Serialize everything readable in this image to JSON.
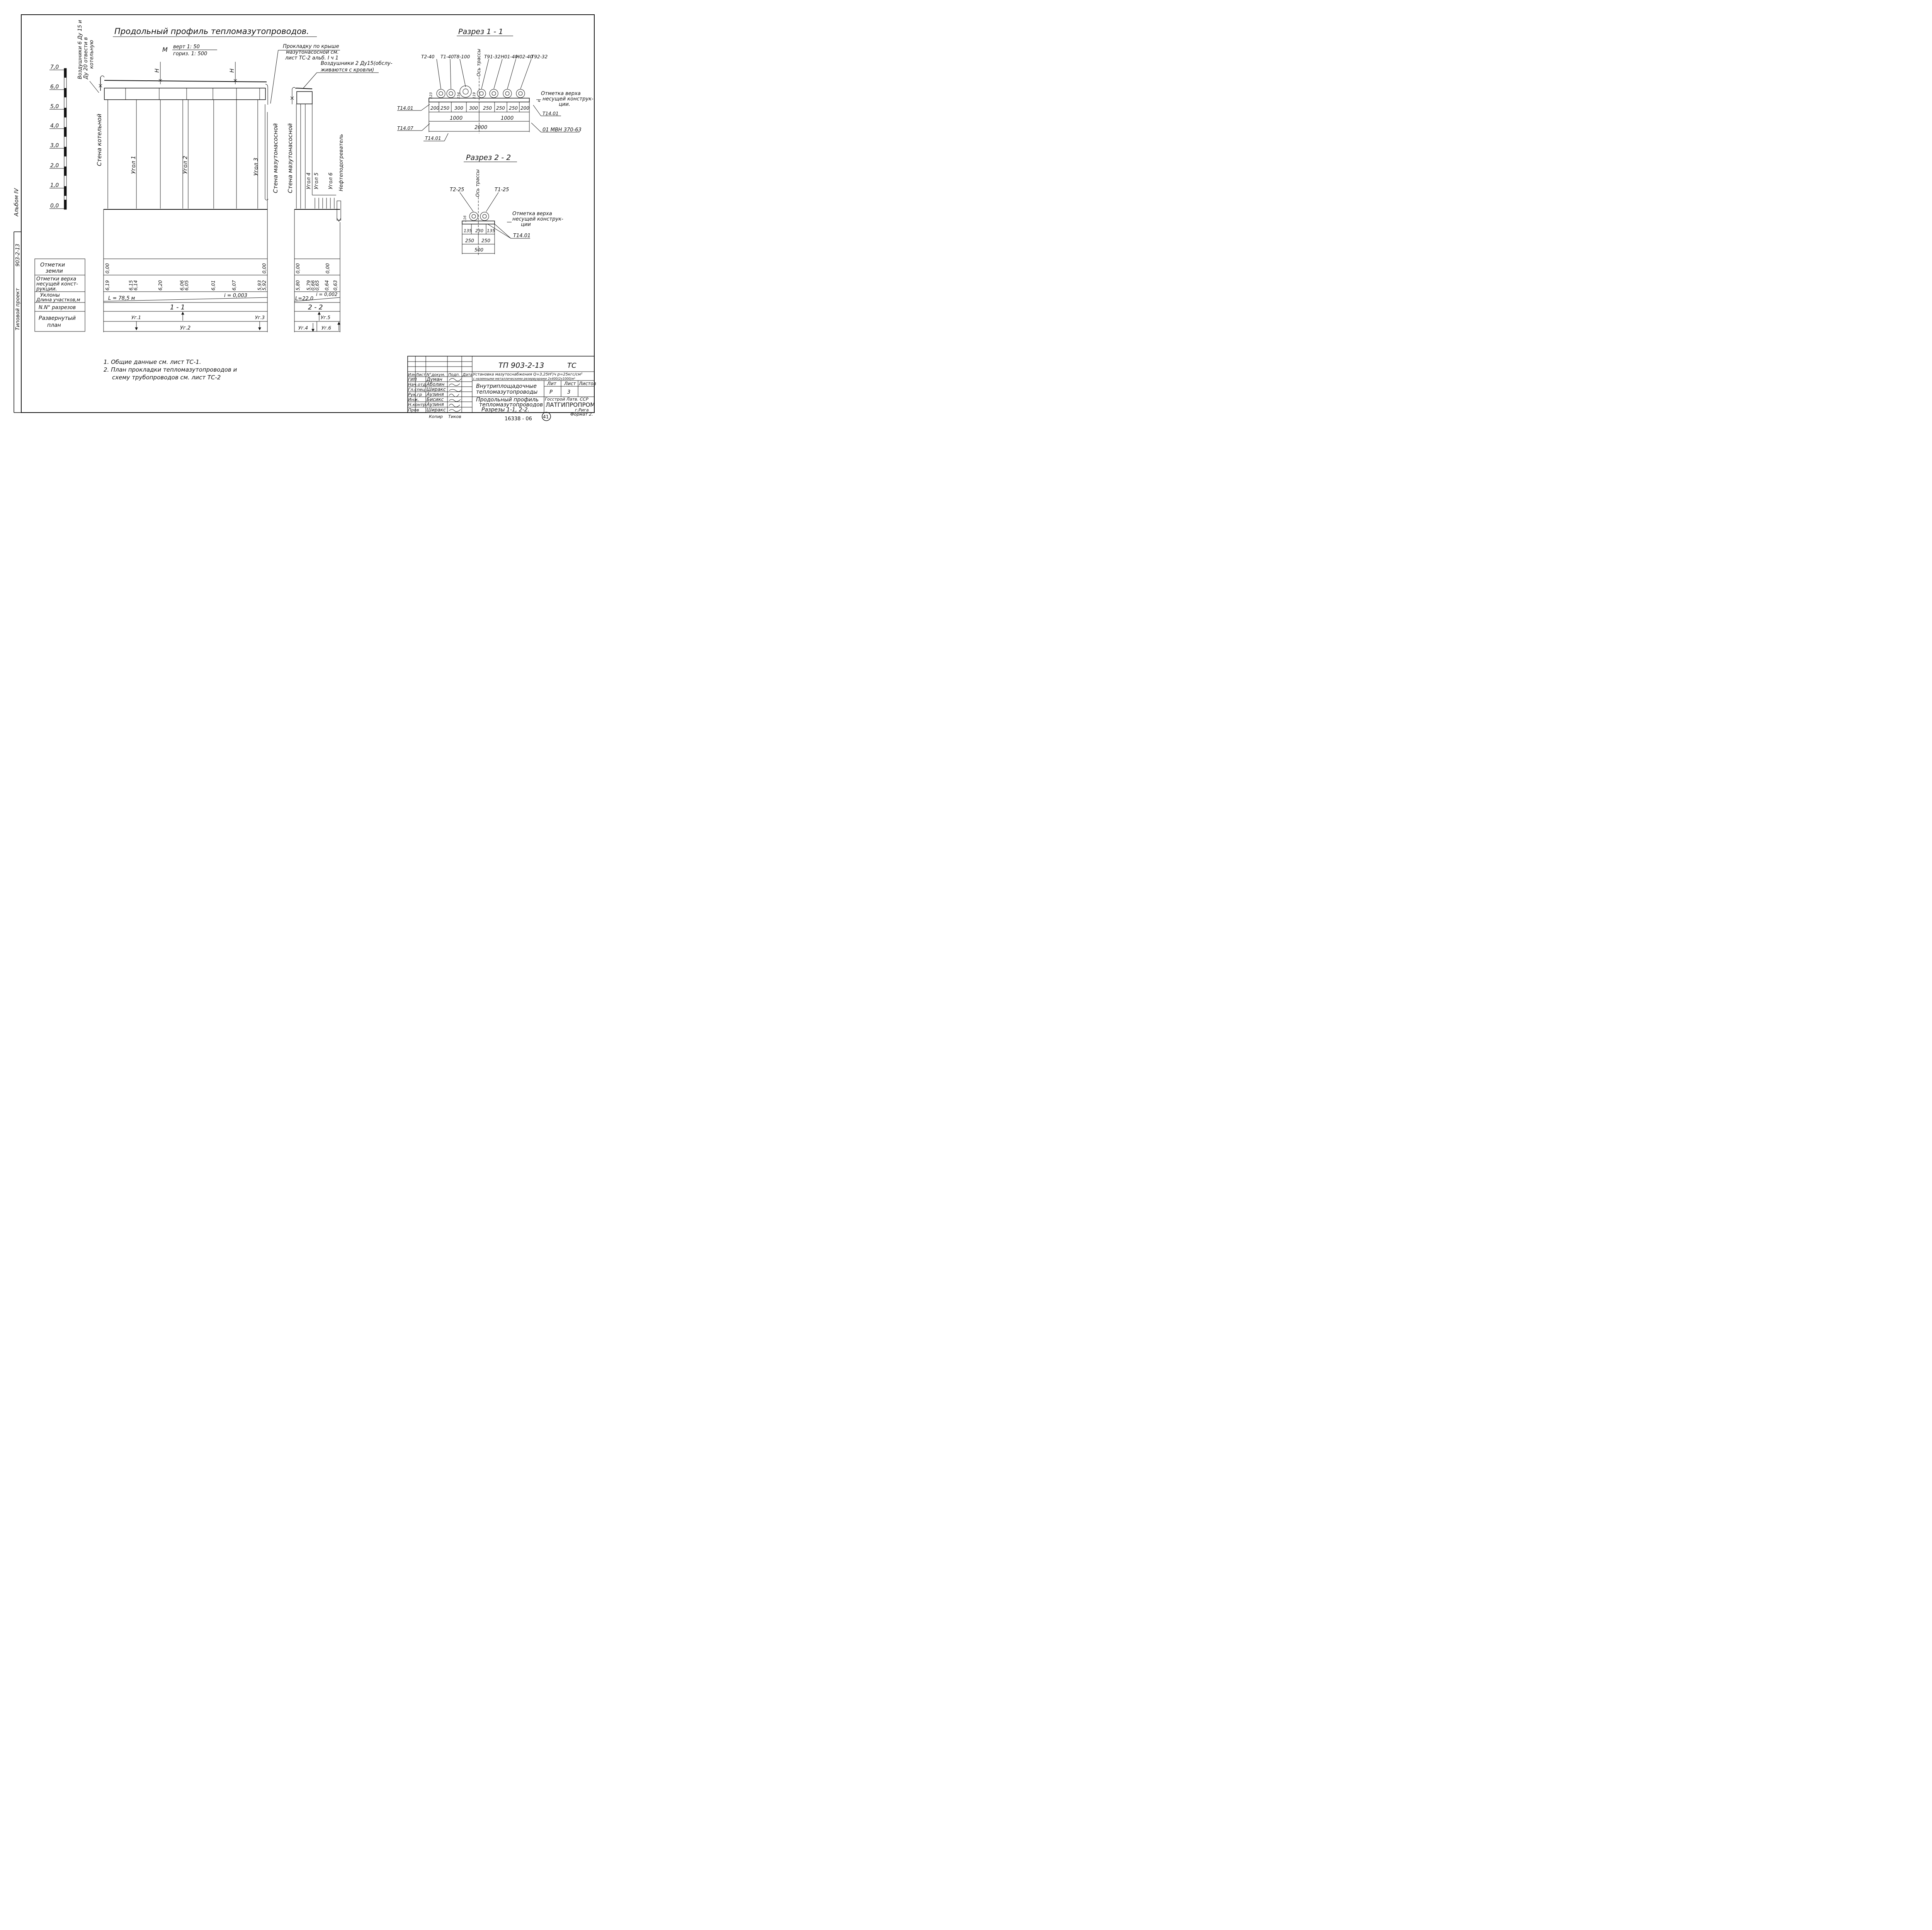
{
  "side": {
    "album": "Альбом IV",
    "project_label": "Типовой  проект",
    "project_code": "903-2-13"
  },
  "title": "Продольный      профиль      тепломазутопроводов.",
  "scale": {
    "m": "М",
    "vert": "верт   1: 50",
    "horiz": "гориз.   1: 500"
  },
  "ruler": [
    "7,0",
    "6,0",
    "5,0",
    "4,0",
    "3,0",
    "2,0",
    "1,0",
    "0,0"
  ],
  "profile_labels": {
    "air_vents_1": "Воздушники 6 Ду 15 и",
    "air_vents_2": "Ду 20 отвести в",
    "air_vents_3": "котельную",
    "roof_1": "Прокладку по крыше",
    "roof_2": "мазутонасосной см.",
    "roof_3": "лист ТС-2 альб. I ч 1",
    "vents2_1": "Воздушники 2 Ду15(обслу-",
    "vents2_2": "живаются с кровли)",
    "h1": "H",
    "h2": "H",
    "wall_boiler": "Стена  котельной",
    "wall_pump1": "Стена  мазутонасосной",
    "wall_pump2": "Стена  мазутонасосной",
    "u1": "Угол 1",
    "u2": "Угол 2",
    "u3": "Угол 3",
    "u4": "Угол 4",
    "u5": "Угол 5",
    "u6": "Угол 6",
    "heater": "Нефтеподогреватель"
  },
  "table": {
    "row_labels": {
      "ground": [
        "Отметки",
        "земли"
      ],
      "top": [
        "Отметки верха",
        "несущей конст-",
        "рукции."
      ],
      "slope": [
        "Уклоны",
        "Длина участков,м"
      ],
      "sections": [
        "N.N° разрезов"
      ],
      "plan": [
        "Развернутый",
        "план"
      ]
    },
    "ground_left": [
      "0,00",
      "0,00"
    ],
    "ground_right": [
      "0,00",
      "0,00"
    ],
    "top_left": [
      "6,19",
      "6,15",
      "6,14",
      "6,20",
      "6,06",
      "6,05",
      "6,01",
      "6,07",
      "5,93",
      "5,92"
    ],
    "top_right": [
      "5,80",
      "5,79",
      "0,66",
      "0,65",
      "0,64",
      "0,63"
    ],
    "length_left": "L = 78,5 м",
    "slope_left": "i = 0,003",
    "length_right": "L=22,0",
    "slope_right": "i = 0,002",
    "section_left": "1 - 1",
    "section_right": "2 - 2",
    "plan_left": [
      "Уг.1",
      "Уг.3",
      "Уг.2"
    ],
    "plan_right": [
      "Уг.5",
      "Уг.4",
      "Уг.6"
    ]
  },
  "section_1": {
    "title": "Разрез   1 - 1",
    "pipes": [
      "Т2-40",
      "Т1-40",
      "Т8-100",
      "Т91-32",
      "Н01-40",
      "Н02-40",
      "Т92-32"
    ],
    "axis": "Ось трассы",
    "dims_top": [
      "200",
      "250",
      "300",
      "300",
      "250",
      "250",
      "250",
      "200"
    ],
    "dims_mid": [
      "1000",
      "1000"
    ],
    "dim_total": "2000",
    "heights": [
      "123",
      "154",
      "119"
    ],
    "refs": [
      "Т14.01",
      "Т14.07",
      "Т14.01",
      "Т14.01",
      "01 МВН 370-63"
    ],
    "note": [
      "Отметка верха",
      "несущей  конструк-",
      "ции."
    ]
  },
  "section_2": {
    "title": "Разрез    2 - 2",
    "pipes": [
      "Т2-25",
      "Т1-25"
    ],
    "axis": "Ось трассы",
    "height": "116",
    "dims_top": [
      "135",
      "230",
      "135"
    ],
    "dims_mid": [
      "250",
      "250"
    ],
    "dim_total": "500",
    "ref": "Т14.01",
    "note": [
      "Отметка верха",
      "несущей  конструк-",
      "ции"
    ]
  },
  "notes": [
    "1. Общие     данные     см.   лист    ТС-1.",
    "2. План    прокладки  тепломазутопроводов и",
    "схему    трубопроводов    см.   лист   ТС-2"
  ],
  "stamp": {
    "code": "ТП  903-2-13",
    "sheet_type": "ТС",
    "headers": [
      "Изм",
      "Лист",
      "N°докум.",
      "Подп.",
      "Дата"
    ],
    "desc_1": "Установка мазутоснабжения Q=3,25Н³/ч р=25кгс/см²",
    "desc_2": "с наземными металлическими резервуарами 2x400(2x1000)м³",
    "roles": [
      "ГИП",
      "Нач.отд",
      "Гл.спец",
      "Рук.гр",
      "Инж.",
      "Н.контр",
      "Пров"
    ],
    "names": [
      "Думан",
      "Аболин",
      "Ширакс",
      "Аузиня",
      "Бисикс",
      "Аузиня",
      "Ширакс"
    ],
    "subject": [
      "Внутриплощадочные",
      "тепломазутопроводы"
    ],
    "stage_headers": [
      "Лит",
      "Лист",
      "Листов"
    ],
    "stage": "Р",
    "sheet": "3",
    "sheet_title": [
      "Продольный  профиль",
      "тепломазутопроводов",
      "Разрезы  1-1, 2-2."
    ],
    "org_1": "Госстрой  Латв. ССР",
    "org_2": "ЛАТГИПРОПРОМ",
    "org_3": "г.Рига"
  },
  "footer": {
    "copied": "Копир",
    "copier": "Тиков",
    "inv": "16338 - 06",
    "page": "41",
    "format": "Формат 2."
  }
}
